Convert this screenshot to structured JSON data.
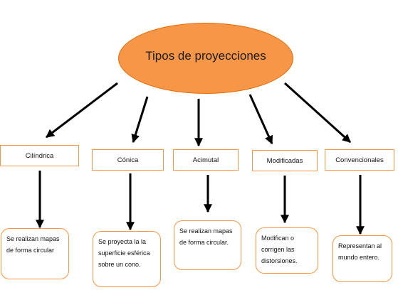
{
  "center": {
    "label": "Tipos de proyecciones"
  },
  "types": [
    {
      "label": "Cilíndrica",
      "description": "Se realizan mapas de forma circular"
    },
    {
      "label": "Cónica",
      "description": "Se proyecta la la superficie esférica sobre un cono."
    },
    {
      "label": "Acimutal",
      "description": "Se realizan mapas de forma circular."
    },
    {
      "label": "Modificadas",
      "description": "Modifican o corrigen las distorsiones."
    },
    {
      "label": "Convencionales",
      "description": "Representan al mundo entero."
    }
  ],
  "colors": {
    "accent": "#f79646",
    "ellipse_fill": "#f79646",
    "ellipse_border": "#e46c0a",
    "arrow": "#000000"
  }
}
